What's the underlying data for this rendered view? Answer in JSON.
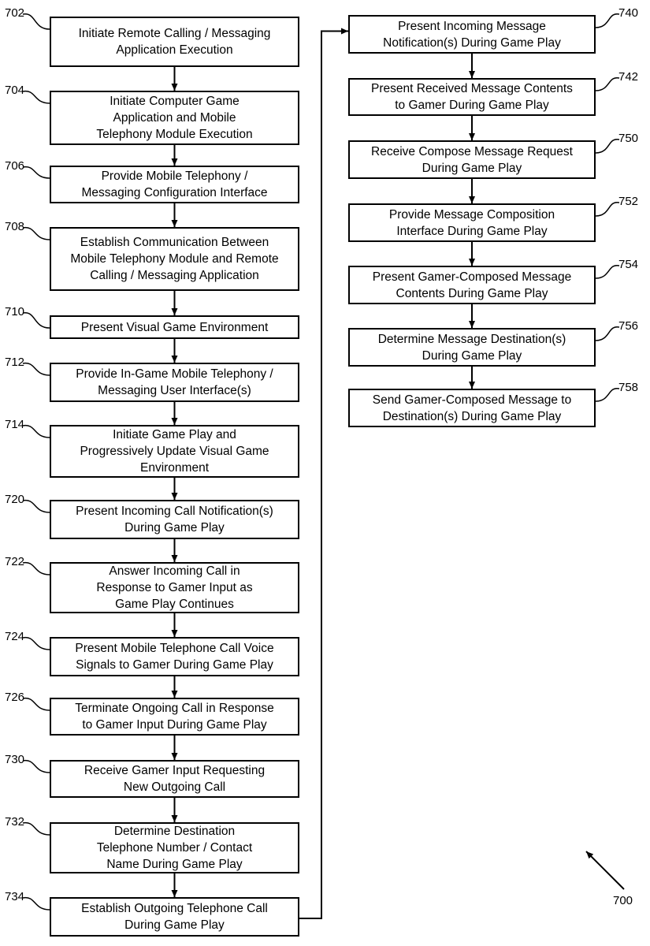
{
  "figure_number": "700",
  "left_column": [
    {
      "ref": "702",
      "text": "Initiate Remote Calling / Messaging\nApplication Execution"
    },
    {
      "ref": "704",
      "text": "Initiate Computer Game\nApplication and Mobile\nTelephony Module Execution"
    },
    {
      "ref": "706",
      "text": "Provide Mobile Telephony /\nMessaging Configuration Interface"
    },
    {
      "ref": "708",
      "text": "Establish Communication Between\nMobile Telephony Module and Remote\nCalling / Messaging Application"
    },
    {
      "ref": "710",
      "text": "Present Visual Game Environment"
    },
    {
      "ref": "712",
      "text": "Provide In-Game Mobile Telephony /\nMessaging User Interface(s)"
    },
    {
      "ref": "714",
      "text": "Initiate Game Play and\nProgressively Update Visual Game\nEnvironment"
    },
    {
      "ref": "720",
      "text": "Present Incoming Call Notification(s)\nDuring Game Play"
    },
    {
      "ref": "722",
      "text": "Answer Incoming Call in\nResponse to Gamer Input as\nGame Play Continues"
    },
    {
      "ref": "724",
      "text": "Present Mobile Telephone Call Voice\nSignals to Gamer During Game Play"
    },
    {
      "ref": "726",
      "text": "Terminate Ongoing Call in Response\nto Gamer Input During Game Play"
    },
    {
      "ref": "730",
      "text": "Receive Gamer Input Requesting\nNew Outgoing Call"
    },
    {
      "ref": "732",
      "text": "Determine Destination\nTelephone Number / Contact\nName During Game Play"
    },
    {
      "ref": "734",
      "text": "Establish Outgoing Telephone Call\nDuring Game Play"
    }
  ],
  "right_column": [
    {
      "ref": "740",
      "text": "Present Incoming Message\nNotification(s) During Game Play"
    },
    {
      "ref": "742",
      "text": "Present Received Message Contents\nto Gamer During Game Play"
    },
    {
      "ref": "750",
      "text": "Receive Compose Message Request\nDuring Game Play"
    },
    {
      "ref": "752",
      "text": "Provide Message Composition\nInterface During Game Play"
    },
    {
      "ref": "754",
      "text": "Present Gamer-Composed Message\nContents During Game Play"
    },
    {
      "ref": "756",
      "text": "Determine Message Destination(s)\nDuring Game Play"
    },
    {
      "ref": "758",
      "text": "Send Gamer-Composed Message to\nDestination(s) During Game Play"
    }
  ]
}
